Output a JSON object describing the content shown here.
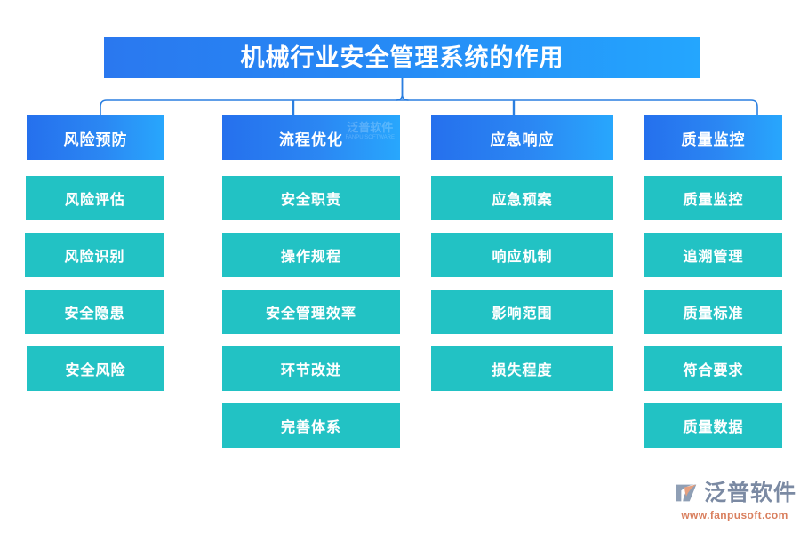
{
  "title": {
    "text": "机械行业安全管理系统的作用"
  },
  "colors": {
    "title_gradient_start": "#2a78ef",
    "title_gradient_end": "#24a6fe",
    "header_gradient_start": "#2570ed",
    "header_gradient_end": "#28a7fd",
    "item_teal": "#22c2c4",
    "connector_line": "#2b7fe0",
    "logo_name": "#7b8aa3",
    "logo_url": "#d97f5e"
  },
  "columns": [
    {
      "header": "风险预防",
      "items": [
        "风险评估",
        "风险识别",
        "安全隐患",
        "安全风险"
      ]
    },
    {
      "header": "流程优化",
      "items": [
        "安全职责",
        "操作规程",
        "安全管理效率",
        "环节改进",
        "完善体系"
      ]
    },
    {
      "header": "应急响应",
      "items": [
        "应急预案",
        "响应机制",
        "影响范围",
        "损失程度"
      ]
    },
    {
      "header": "质量监控",
      "items": [
        "质量监控",
        "追溯管理",
        "质量标准",
        "符合要求",
        "质量数据"
      ]
    }
  ],
  "watermark": {
    "main": "泛普软件",
    "sub": "FANPU SOFTWARE"
  },
  "logo": {
    "name": "泛普软件",
    "url": "www.fanpusoft.com",
    "mark": "fanpu-logo-icon"
  }
}
